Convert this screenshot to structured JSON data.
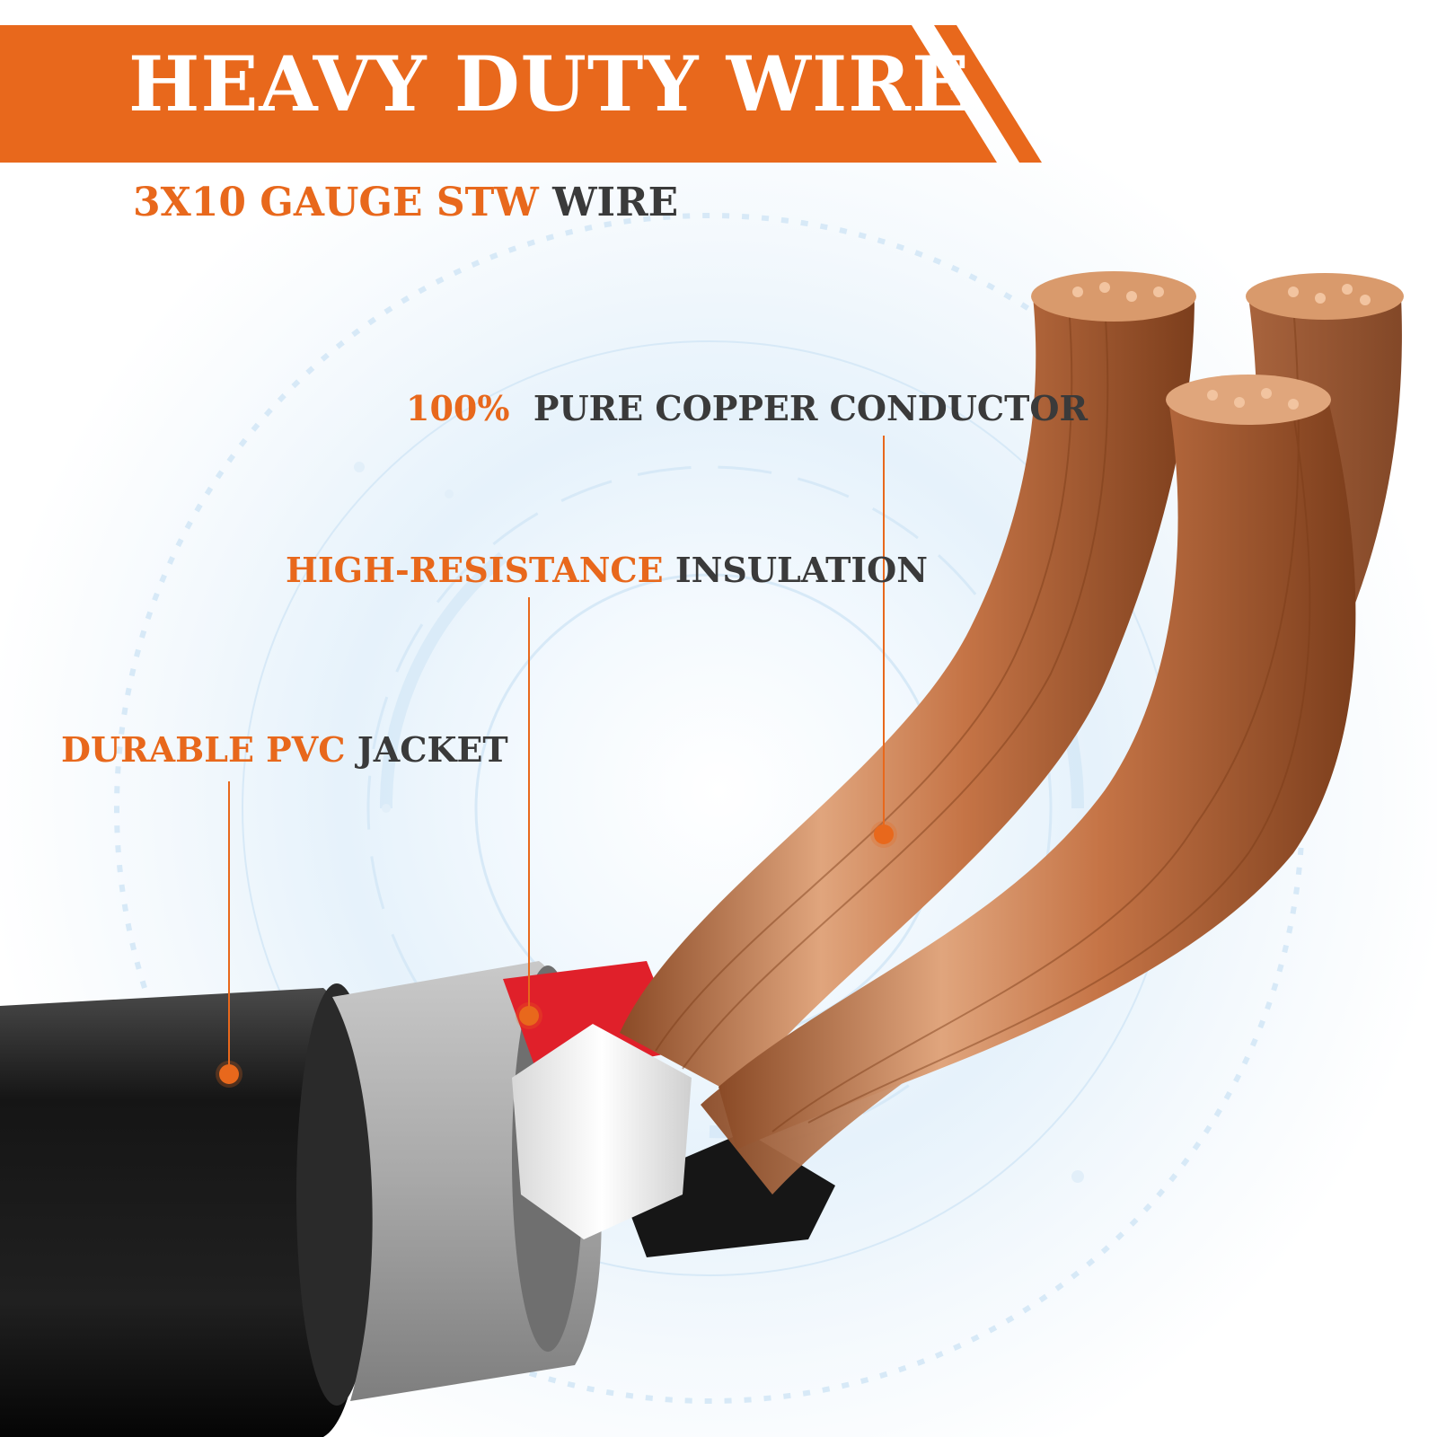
{
  "banner": {
    "title": "HEAVY DUTY WIRE",
    "color": "#e8681c"
  },
  "subtitle": {
    "highlight": "3X10 GAUGE STW",
    "rest": "WIRE"
  },
  "callouts": {
    "copper": {
      "highlight": "100%",
      "rest": "PURE COPPER CONDUCTOR"
    },
    "insulation": {
      "highlight": "HIGH-RESISTANCE",
      "rest": "INSULATION"
    },
    "jacket": {
      "highlight": "DURABLE PVC",
      "rest": "JACKET"
    }
  },
  "colors": {
    "accent": "#e8681c",
    "text_dark": "#3a3a3a",
    "copper": "#c8774a",
    "jacket": "#1c1c1c"
  }
}
